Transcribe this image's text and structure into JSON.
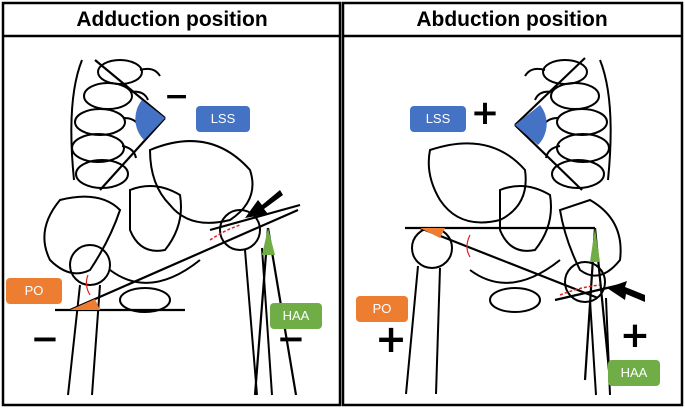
{
  "panels": [
    {
      "title": "Adduction position",
      "labels": {
        "lss": "LSS",
        "po": "PO",
        "haa": "HAA"
      },
      "signs": {
        "lss": "−",
        "po": "−",
        "haa": "−"
      }
    },
    {
      "title": "Abduction position",
      "labels": {
        "lss": "LSS",
        "po": "PO",
        "haa": "HAA"
      },
      "signs": {
        "lss": "+",
        "po": "+",
        "haa": "+"
      }
    }
  ],
  "colors": {
    "lss": "#4472c4",
    "po": "#ed7d31",
    "haa": "#70ad47",
    "impingement": "#e02020",
    "arrow": "#000000"
  }
}
